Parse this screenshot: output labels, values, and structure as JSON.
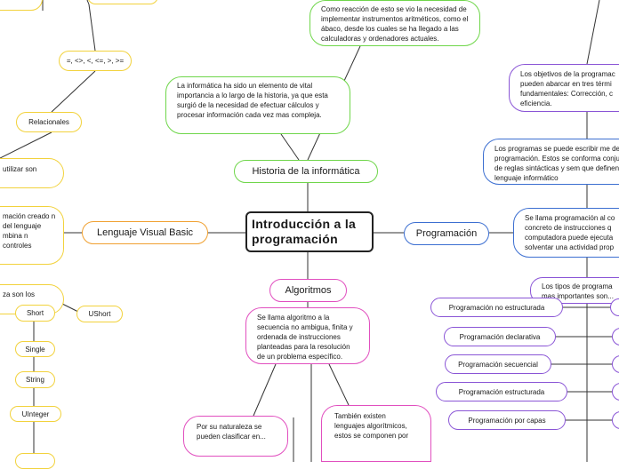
{
  "root": {
    "title": "Introducción a la programación"
  },
  "historia": {
    "title": "Historia de la informática",
    "note1": "La informática ha sido un elemento de vital importancia a lo largo de la historia, ya que esta surgió de la necesidad de efectuar cálculos y procesar información cada vez mas compleja.",
    "note2": "Como reacción de esto se vio la necesidad de implementar instrumentos aritméticos, como el ábaco, desde los cuales se ha llegado a las calculadoras y ordenadores actuales."
  },
  "programacion": {
    "title": "Programación",
    "n1": "Se llama programación al co concreto de instrucciones q computadora puede ejecuta solventar una actividad prop",
    "n2": "Los programas se puede escribir me de programación. Estos se conforma conjunto de reglas sintácticas y sem que definen un lenguaje informático",
    "n3": "Los objetivos de la programac pueden abarcar en tres térmi fundamentales: Corrección, c eficiencia.",
    "n4": "Los tipos de programa mas importantes son...",
    "tipos": [
      "Programación no estructurada",
      "Programación declarativa",
      "Programación secuencial",
      "Programación estructurada",
      "Programación por capas"
    ]
  },
  "algoritmos": {
    "title": "Algoritmos",
    "def": "Se llama algoritmo a la secuencia no ambigua, finita y ordenada de instrucciones planteadas para la resolución de un problema específico.",
    "n1": "Por su naturaleza se pueden clasificar en...",
    "n2": "También existen lenguajes algorítmicos, estos se componen por"
  },
  "vb": {
    "title": "Lenguaje Visual Basic",
    "left1": "mación creado n del lenguaje mbina n controles",
    "left2": "utilizar son",
    "relacionales": "Relacionales",
    "operators": "=, <>, <, <=, >, >=",
    "tipos_intro": "za son los",
    "tipos": [
      "Short",
      "UShort",
      "Single",
      "String",
      "UInteger"
    ]
  }
}
